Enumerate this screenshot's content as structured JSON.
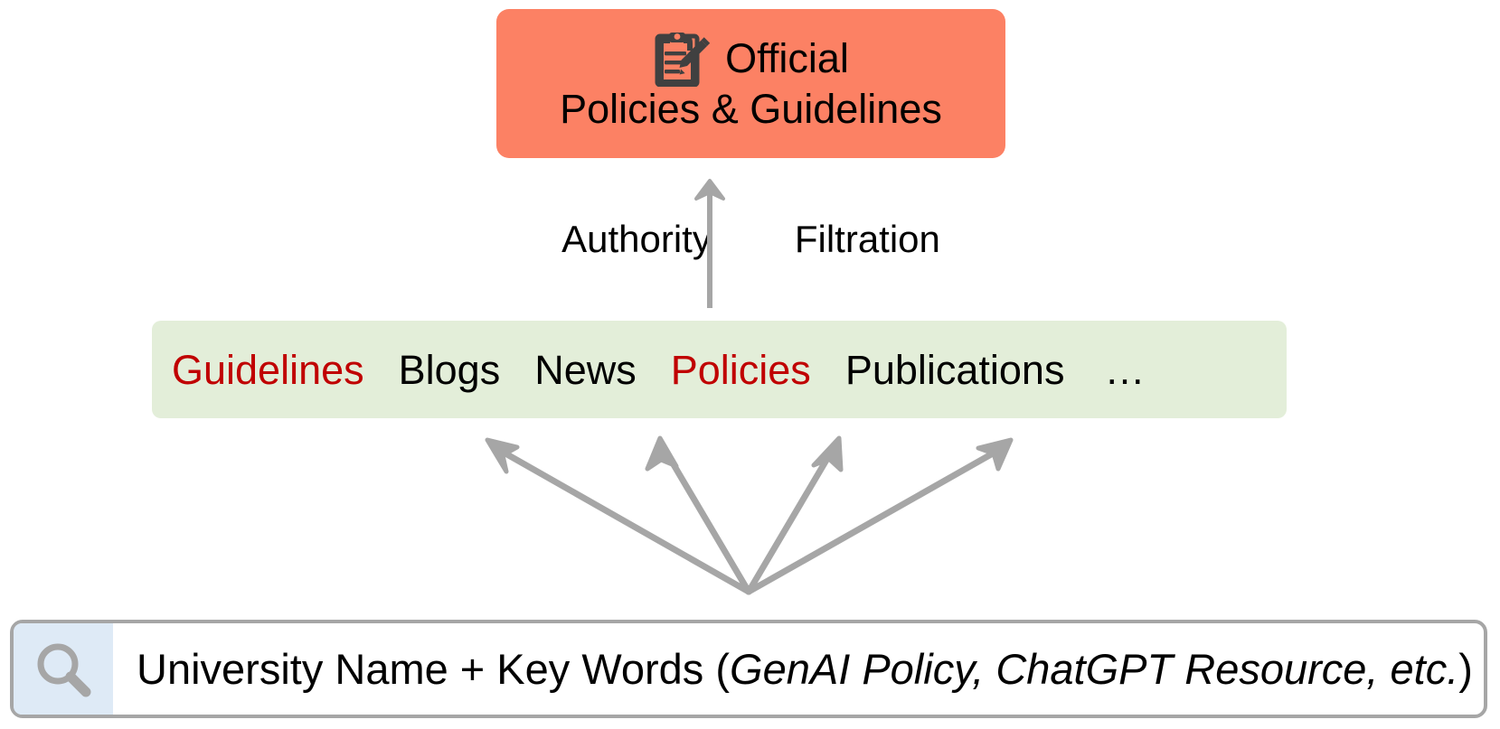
{
  "diagram": {
    "title_card": {
      "icon": "clipboard-pencil-icon",
      "line1": "Official",
      "line2": "Policies & Guidelines",
      "background_color": "#FC8164",
      "text_color": "#000000"
    },
    "filtration": {
      "left_label": "Authority",
      "right_label": "Filtration",
      "arrow": "up-arrow-icon",
      "arrow_color": "#A6A6A6"
    },
    "sources_bar": {
      "background_color": "#E3EED9",
      "highlight_color": "#C00000",
      "items": [
        {
          "label": "Guidelines",
          "highlighted": true
        },
        {
          "label": "Blogs",
          "highlighted": false
        },
        {
          "label": "News",
          "highlighted": false
        },
        {
          "label": "Policies",
          "highlighted": true
        },
        {
          "label": "Publications",
          "highlighted": false
        }
      ],
      "ellipsis": "…"
    },
    "fan_arrows": {
      "count": 4,
      "color": "#A6A6A6",
      "direction": "up-fan"
    },
    "search": {
      "icon": "magnifier-icon",
      "icon_panel_color": "#DEEAF6",
      "border_color": "#A6A6A6",
      "text_plain_1": "University Name + Key Words (",
      "text_italic": "GenAI Policy, ChatGPT Resource, etc.",
      "text_plain_2": ")"
    }
  }
}
